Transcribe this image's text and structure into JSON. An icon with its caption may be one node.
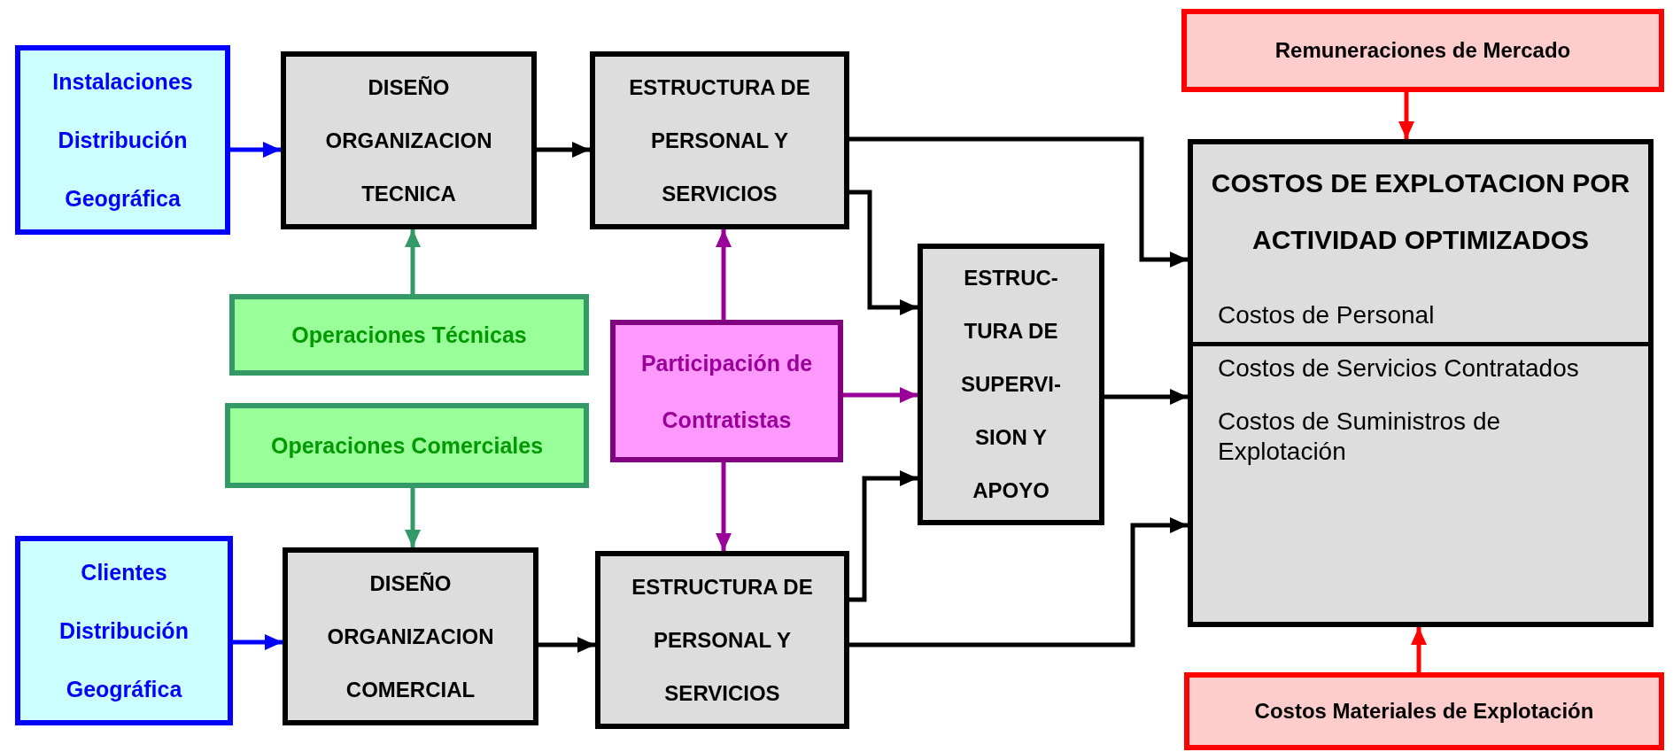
{
  "diagram": {
    "nodes": [
      {
        "text": [
          "Instalaciones Distribución Geográfica"
        ]
      },
      {
        "text": [
          "DISEÑO ORGANIZACION TECNICA"
        ]
      },
      {
        "text": [
          "ESTRUCTURA DE PERSONAL Y SERVICIOS"
        ]
      },
      {
        "text": [
          "Operaciones Técnicas"
        ]
      },
      {
        "text": [
          "Participación de Contratistas"
        ]
      },
      {
        "text": [
          "ESTRUC- TURA DE SUPERVI- SION Y APOYO"
        ]
      },
      {
        "text": [
          "Operaciones Comerciales"
        ]
      },
      {
        "text": [
          "Clientes Distribución Geográfica"
        ]
      },
      {
        "text": [
          "DISEÑO ORGANIZACION COMERCIAL"
        ]
      },
      {
        "text": [
          "ESTRUCTURA DE PERSONAL Y SERVICIOS"
        ]
      },
      {
        "text": [
          "Remuneraciones de Mercado"
        ]
      },
      {
        "text": [
          "COSTOS DE EXPLOTACION POR ACTIVIDAD OPTIMIZADOS",
          "Costos de Personal",
          "Costos de Servicios Contratados",
          "Costos de Suministros de Explotación"
        ]
      },
      {
        "text": [
          "Costos Materiales de Explotación"
        ]
      }
    ],
    "edges": [
      {
        "from": 0,
        "to": 1,
        "arrow": "to",
        "color": "#0000ff"
      },
      {
        "from": 1,
        "to": 2,
        "arrow": "to"
      },
      {
        "from": 2,
        "to": 11,
        "arrow": "to"
      },
      {
        "from": 2,
        "to": 5,
        "arrow": "to"
      },
      {
        "from": 3,
        "to": 1,
        "arrow": "to",
        "color": "#339966"
      },
      {
        "from": 4,
        "to": 2,
        "arrow": "to",
        "color": "#990099"
      },
      {
        "from": 4,
        "to": 5,
        "arrow": "to",
        "color": "#990099"
      },
      {
        "from": 4,
        "to": 9,
        "arrow": "to",
        "color": "#990099"
      },
      {
        "from": 5,
        "to": 11,
        "arrow": "to"
      },
      {
        "from": 6,
        "to": 8,
        "arrow": "to",
        "color": "#339966"
      },
      {
        "from": 7,
        "to": 8,
        "arrow": "to",
        "color": "#0000ff"
      },
      {
        "from": 8,
        "to": 9,
        "arrow": "to"
      },
      {
        "from": 9,
        "to": 5,
        "arrow": "to"
      },
      {
        "from": 9,
        "to": 11,
        "arrow": "to"
      },
      {
        "from": 10,
        "to": 11,
        "arrow": "to",
        "color": "#ff0000"
      },
      {
        "from": 12,
        "to": 11,
        "arrow": "to",
        "color": "#ff0000"
      }
    ]
  }
}
